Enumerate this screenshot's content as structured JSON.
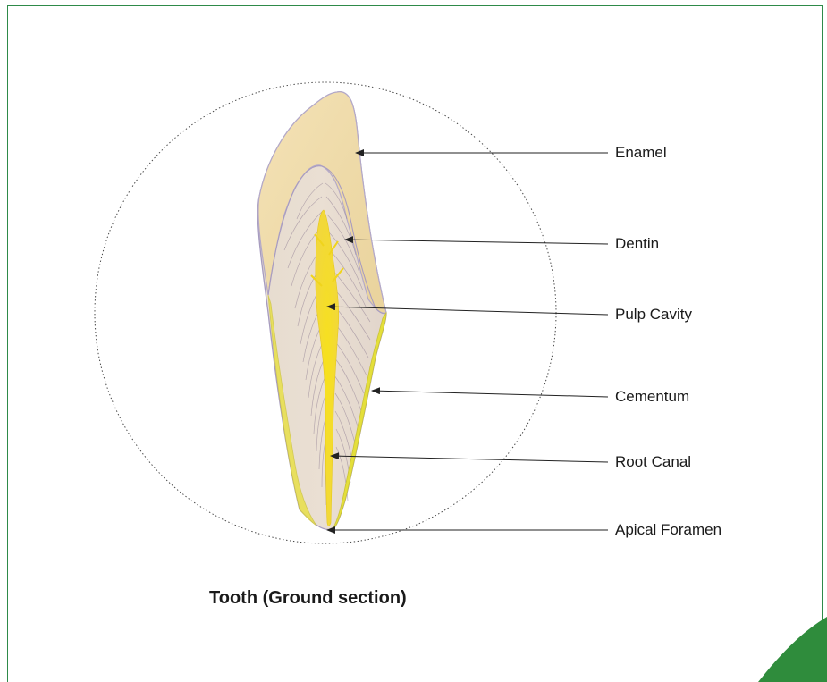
{
  "labels": {
    "enamel": "Enamel",
    "dentin": "Dentin",
    "pulp_cavity": "Pulp Cavity",
    "cementum": "Cementum",
    "root_canal": "Root Canal",
    "apical_foramen": "Apical Foramen"
  },
  "caption": "Tooth (Ground section)",
  "colors": {
    "frame": "#2e8a49",
    "corner": "#2f8c3c",
    "enamel": "#f1dcaa",
    "dentin": "#e5d6c8",
    "pulp": "#f4dc1e",
    "cementum": "#e4df3a",
    "outline": "#a69bbf"
  }
}
